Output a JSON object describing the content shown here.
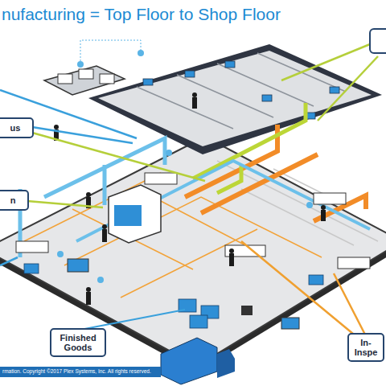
{
  "diagram": {
    "title": "nufacturing = Top Floor to Shop Floor",
    "nodes": [
      {
        "text": [
          "us"
        ]
      },
      {
        "text": [
          "n"
        ]
      },
      {
        "text": [
          "Finished Goods"
        ]
      },
      {
        "text": [
          "In- Inspe"
        ]
      }
    ],
    "labels": [
      "rmation. Copyright ©2017 Plex Systems, Inc. All rights reserved."
    ]
  }
}
